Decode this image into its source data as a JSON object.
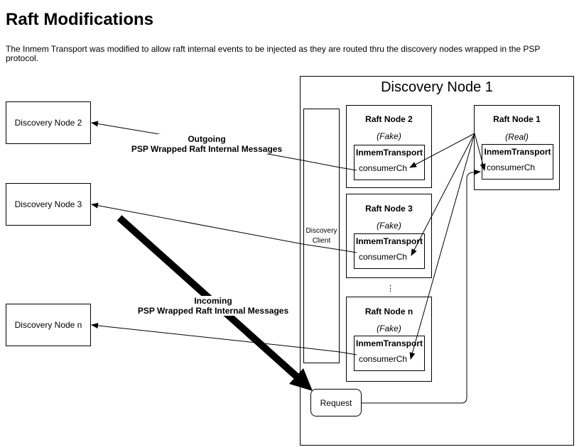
{
  "page": {
    "title": "Raft Modifications",
    "description": "The Inmem Transport was modified to allow raft internal events to be injected as they are routed thru the discovery nodes wrapped in the PSP protocol."
  },
  "discovery_nodes": {
    "node2": "Discovery Node 2",
    "node3": "Discovery Node 3",
    "noden": "Discovery Node n"
  },
  "node1": {
    "title": "Discovery Node 1",
    "client_label_line1": "Discovery",
    "client_label_line2": "Client",
    "raft_nodes": [
      {
        "title": "Raft Node 2",
        "kind": "(Fake)",
        "transport": "InmemTransport",
        "channel": "consumerCh"
      },
      {
        "title": "Raft Node 3",
        "kind": "(Fake)",
        "transport": "InmemTransport",
        "channel": "consumerCh"
      },
      {
        "title": "Raft Node n",
        "kind": "(Fake)",
        "transport": "InmemTransport",
        "channel": "consumerCh"
      },
      {
        "title": "Raft Node 1",
        "kind": "(Real)",
        "transport": "InmemTransport",
        "channel": "consumerCh"
      }
    ],
    "ellipsis": "⋮",
    "request_label": "Request"
  },
  "labels": {
    "outgoing_line1": "Outgoing",
    "outgoing_line2": "PSP Wrapped Raft Internal Messages",
    "incoming_line1": "Incoming",
    "incoming_line2": "PSP Wrapped Raft Internal Messages"
  }
}
